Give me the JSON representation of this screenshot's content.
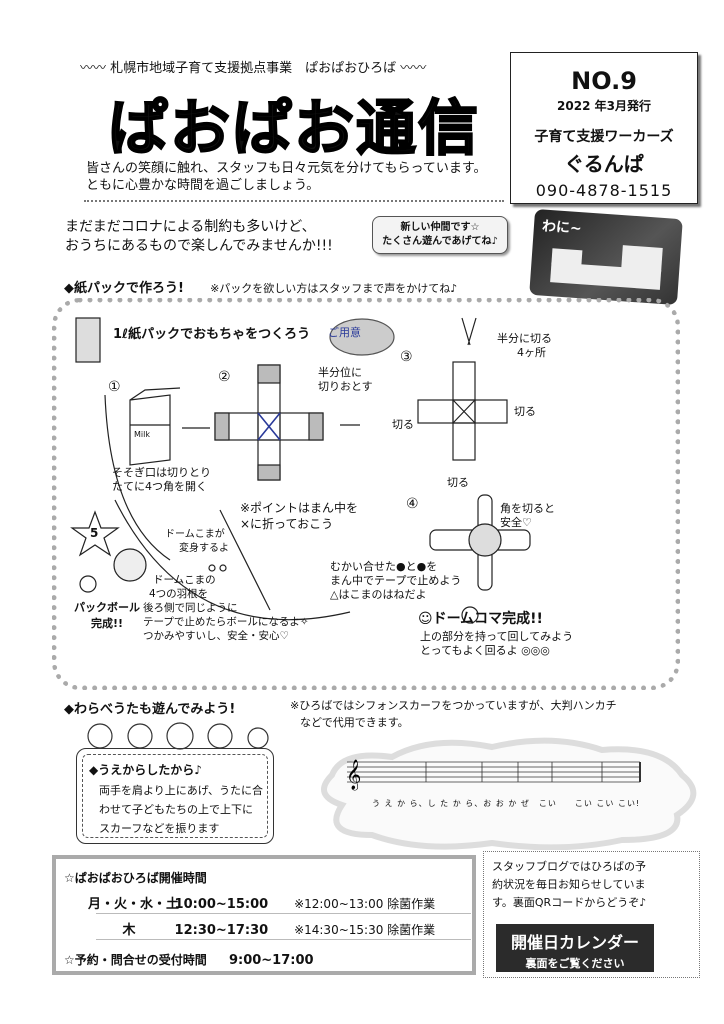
{
  "header": {
    "org_line": "〰〰 札幌市地域子育て支援拠点事業　ぱおぱおひろば 〰〰",
    "title": "ぱおぱお通信",
    "intro": [
      "皆さんの笑顔に触れ、スタッフも日々元気を分けてもらっています。",
      "ともに心豊かな時間を過ごしましょう。"
    ]
  },
  "issue_box": {
    "number": "NO.9",
    "date": "2022 年3月発行",
    "publisher": "子育て支援ワーカーズ",
    "name": "ぐるんぱ",
    "phone": "090-4878-1515"
  },
  "message": [
    "まだまだコロナによる制約も多いけど、",
    "おうちにあるもので楽しんでみませんか!!!"
  ],
  "photo": {
    "bubble": [
      "新しい仲間です☆",
      "たくさん遊んであげてね♪"
    ],
    "label": "わに~"
  },
  "section1": {
    "heading": "◆紙パックで作ろう!",
    "note": "※パックを欲しい方はスタッフまで声をかけてね♪",
    "diagram": {
      "title": "1ℓ紙パックでおもちゃをつくろう",
      "prep": "ご用意",
      "milk": "Milk",
      "step1_num": "①",
      "step1": [
        "そそぎ口は切りとり",
        "たてに4つ角を開く"
      ],
      "step2_num": "②",
      "step2_cut": [
        "半分位に",
        "切りおとす"
      ],
      "step2_point": [
        "※ポイントはまん中を",
        "×に折っておこう"
      ],
      "step3_num": "③",
      "step3_cut": [
        "半分に切る",
        "4ヶ所"
      ],
      "cut": "切る",
      "step4_num": "④",
      "step4_corner": [
        "角を切ると",
        "安全♡"
      ],
      "step4_tape": [
        "むかい合せた●と●を",
        "まん中でテープで止めよう",
        "△はこまのはねだよ"
      ],
      "dome_done": "☺ドームコマ完成!!",
      "dome_spin": [
        "上の部分を持って回してみよう",
        "とってもよく回るよ ◎◎◎"
      ],
      "step5_num": "5",
      "transform": [
        "ドームこまが",
        "変身するよ"
      ],
      "ball_steps": [
        "ドームこまの",
        "4つの羽根を",
        "後ろ側で同じように",
        "テープで止めたらボールになるよ✧",
        "つかみやすいし、安全・安心♡"
      ],
      "ball_done": [
        "パックボール",
        "完成!!"
      ]
    }
  },
  "section2": {
    "heading": "◆わらべうたも遊んでみよう!",
    "note": [
      "※ひろばではシフォンスカーフをつかっていますが、大判ハンカチ",
      "などで代用できます。"
    ],
    "song_title": "◆うえからしたから♪",
    "song_desc": [
      "両手を肩より上にあげ、うたに合",
      "わせて子どもたちの上で上下に",
      "スカーフなどを振ります"
    ],
    "lyrics": "う え か ら、し た か ら、お お か ぜ　こい　　こい こい こい!"
  },
  "hours": {
    "heading": "☆ぱおぱおひろば開催時間",
    "rows": [
      {
        "days": "月・火・水・土",
        "time": "10:00~15:00",
        "note": "※12:00~13:00 除菌作業"
      },
      {
        "days": "木",
        "time": "12:30~17:30",
        "note": "※14:30~15:30 除菌作業"
      }
    ],
    "reception_label": "☆予約・問合せの受付時間",
    "reception_time": "9:00~17:00"
  },
  "blog": {
    "text": [
      "スタッフブログではひろばの予",
      "約状況を毎日お知らせしていま",
      "す。裏面QRコードからどうぞ♪"
    ],
    "button_title": "開催日カレンダー",
    "button_sub": "裏面をご覧ください"
  }
}
